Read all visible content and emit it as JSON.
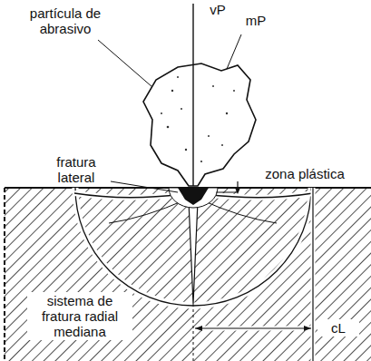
{
  "diagram": {
    "labels": [
      "vP",
      "partícula de abrasivo",
      "mP",
      "fratura lateral",
      "zona plástica",
      "sistema de fratura radial mediana",
      "cL"
    ]
  }
}
